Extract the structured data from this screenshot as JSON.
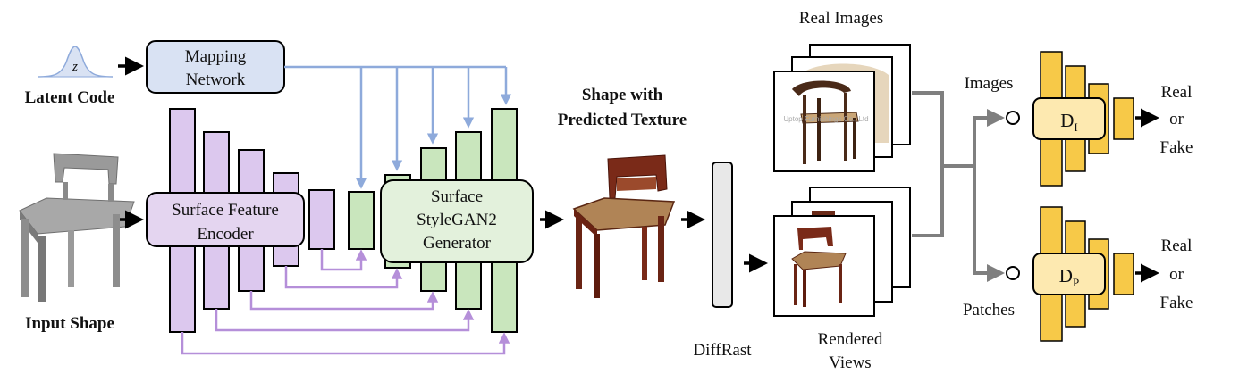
{
  "labels": {
    "latent_code": "Latent Code",
    "latent_symbol": "z",
    "input_shape": "Input Shape",
    "mapping_network_line1": "Mapping",
    "mapping_network_line2": "Network",
    "encoder_line1": "Surface Feature",
    "encoder_line2": "Encoder",
    "generator_line1": "Surface",
    "generator_line2": "StyleGAN2",
    "generator_line3": "Generator",
    "shape_texture_line1": "Shape with",
    "shape_texture_line2": "Predicted Texture",
    "diffrast": "DiffRast",
    "real_images": "Real Images",
    "rendered_views_line1": "Rendered",
    "rendered_views_line2": "Views",
    "images": "Images",
    "patches": "Patches",
    "disc_image_main": "D",
    "disc_image_sub": "I",
    "disc_patch_main": "D",
    "disc_patch_sub": "P",
    "real_or_fake_1_line1": "Real",
    "real_or_fake_1_line2": "or",
    "real_or_fake_1_line3": "Fake",
    "real_or_fake_2_line1": "Real",
    "real_or_fake_2_line2": "or",
    "real_or_fake_2_line3": "Fake",
    "watermark": "Uptop Furnishings Co., Ltd"
  },
  "colors": {
    "mapping_fill": "#d9e2f3",
    "encoder_fill": "#e4d5f0",
    "encoder_bar": "#dcc8ee",
    "generator_fill": "#e3f1dc",
    "generator_bar": "#c9e6bd",
    "discriminator_fill": "#fde9b0",
    "discriminator_bar": "#f7c948",
    "blue_arrow": "#8eaadb",
    "purple_arrow": "#b58fd9",
    "gray_connector": "#7f7f7f"
  }
}
